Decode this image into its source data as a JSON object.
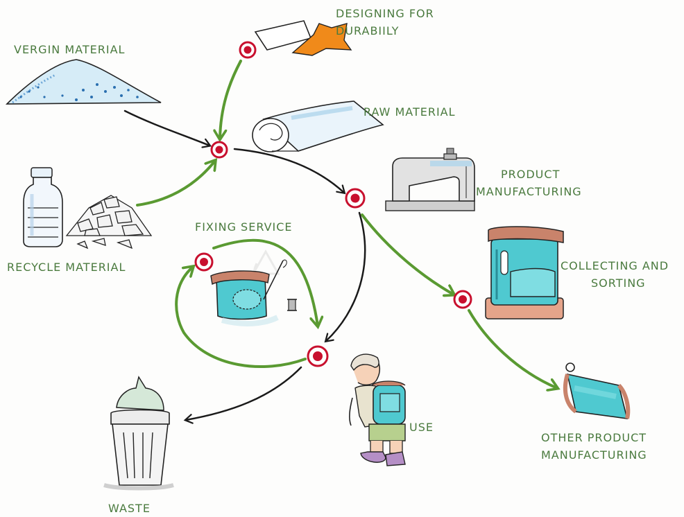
{
  "labels": {
    "vergin_material": "VERGIN MATERIAL",
    "designing_line1": "DESIGNING FOR",
    "designing_line2": "DURABIILY",
    "raw_material": "RAW MATERIAL",
    "product_line1": "PRODUCT",
    "product_line2": "MANUFACTURING",
    "fixing_service": "FIXING SERVICE",
    "recycle_material": "RECYCLE MATERIAL",
    "collecting_line1": "COLLECTING AND",
    "collecting_line2": "SORTING",
    "use": "USE",
    "waste": "WASTE",
    "other_line1": "OTHER PRODUCT",
    "other_line2": "MANUFACTURING"
  },
  "colors": {
    "label_green": "#4a7a3e",
    "arrow_green": "#5a9a32",
    "arrow_black": "#1a1a1a",
    "node_red": "#c8102e",
    "bag_teal": "#4fc9d0",
    "bag_trim": "#c9836b",
    "fabric_orange": "#f08a1a"
  },
  "icons": [
    "powder-pile-icon",
    "fabric-swatch-icon",
    "fabric-roll-icon",
    "sewing-machine-icon",
    "bottle-icon",
    "rubble-pile-icon",
    "backpack-icon",
    "pencil-case-icon",
    "repair-bag-icon",
    "person-icon",
    "trash-can-icon",
    "recycle-watermark-icon"
  ]
}
